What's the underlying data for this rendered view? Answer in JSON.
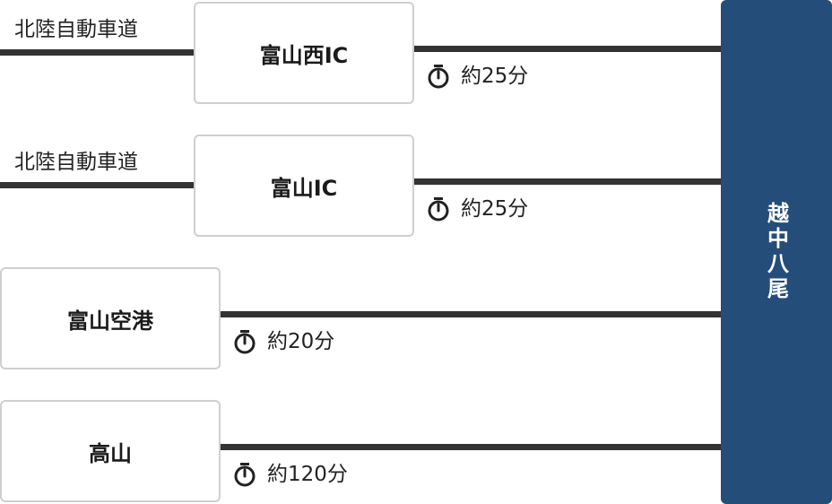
{
  "destination": {
    "label": "越中八尾",
    "color": "#244d7a"
  },
  "routes": [
    {
      "road": "北陸自動車道",
      "origin": "富山西IC",
      "duration": "約25分",
      "duration_icon": "stopwatch-icon"
    },
    {
      "road": "北陸自動車道",
      "origin": "富山IC",
      "duration": "約25分",
      "duration_icon": "stopwatch-icon"
    },
    {
      "origin": "富山空港",
      "duration": "約20分",
      "duration_icon": "stopwatch-icon"
    },
    {
      "origin": "高山",
      "duration": "約120分",
      "duration_icon": "stopwatch-icon"
    }
  ]
}
